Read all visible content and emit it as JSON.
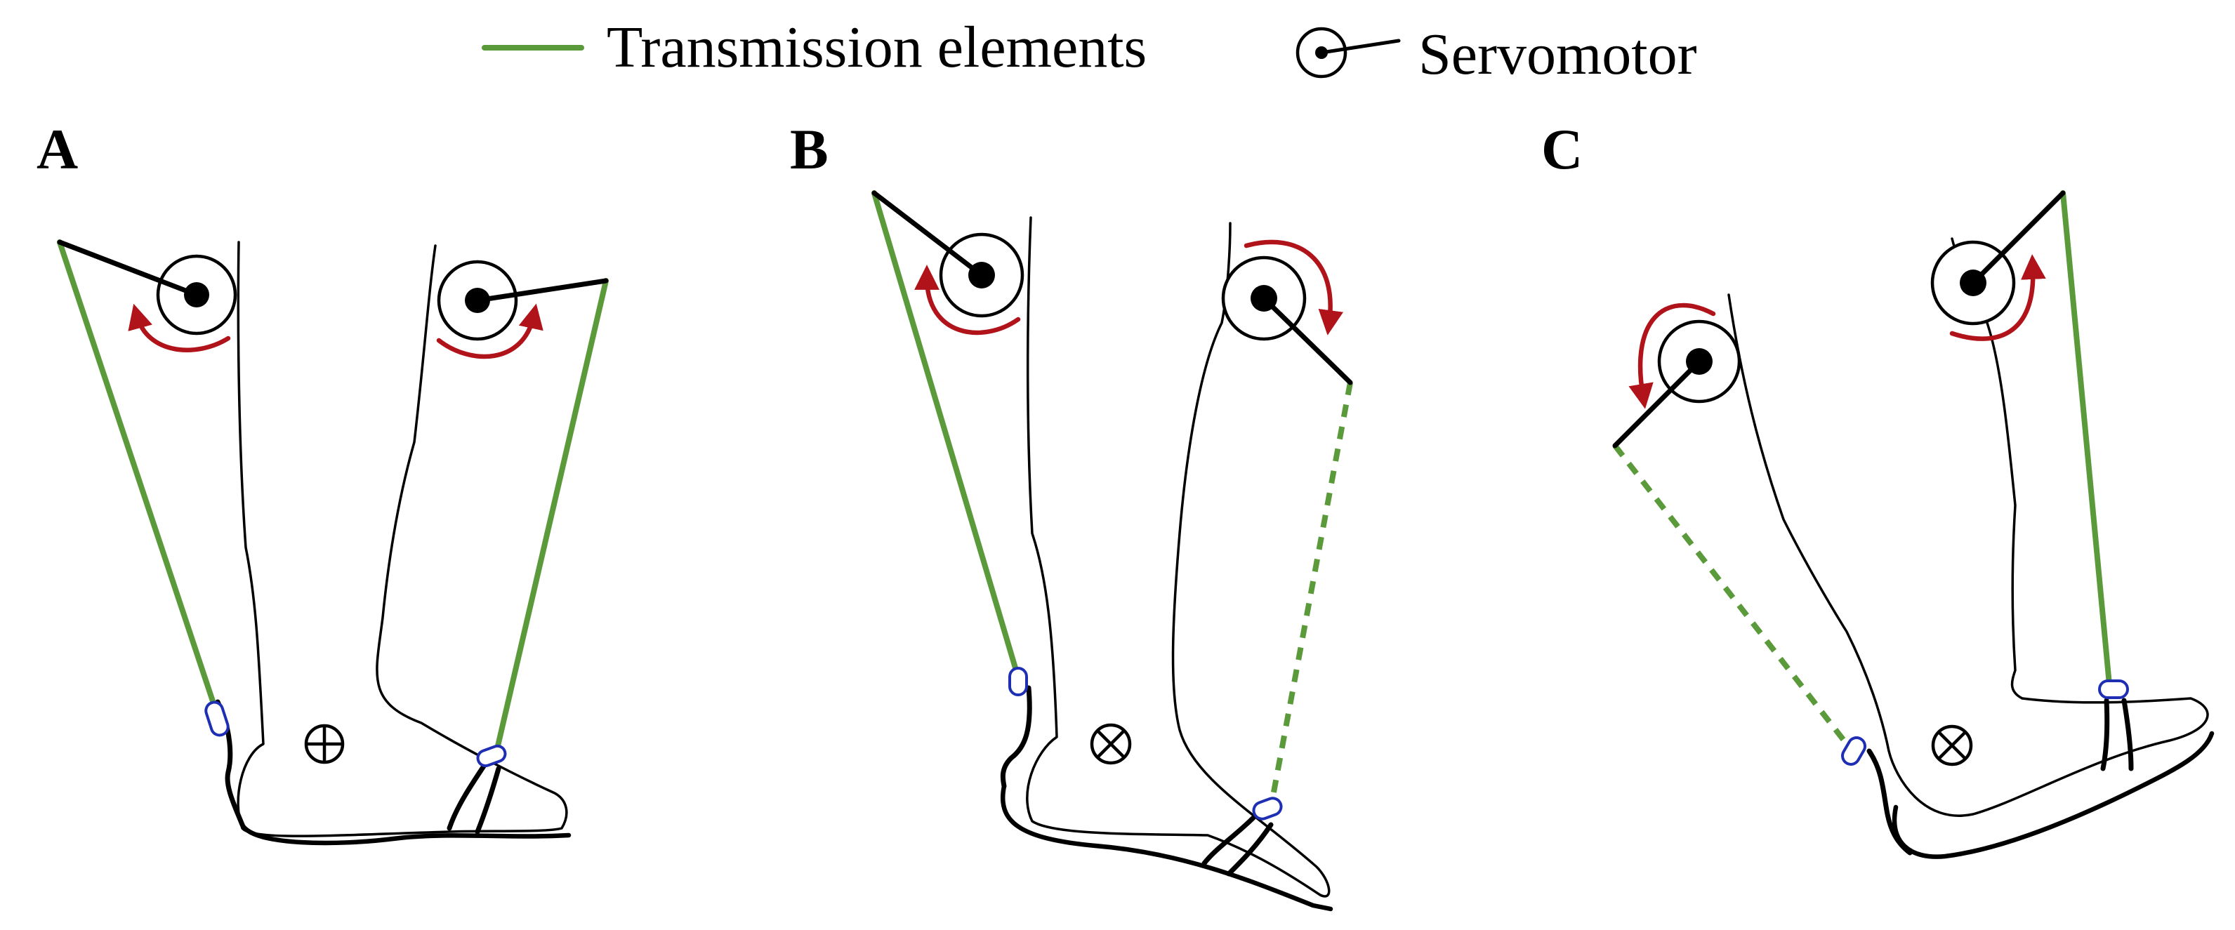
{
  "legend": {
    "transmission_label": "Transmission elements",
    "servomotor_label": "Servomotor"
  },
  "panels": [
    {
      "label": "A"
    },
    {
      "label": "B"
    },
    {
      "label": "C"
    }
  ],
  "icons": {
    "servomotor": "circled-dot-with-lever-icon",
    "rotation": "curved-arrow-icon",
    "ankle_joint": "circled-cross-icon",
    "attachment": "rounded-rect-clip-icon"
  },
  "colors": {
    "transmission": "#5b9a3a",
    "arrow": "#b0141a",
    "clip": "#1f2fb4",
    "line": "#000000"
  }
}
